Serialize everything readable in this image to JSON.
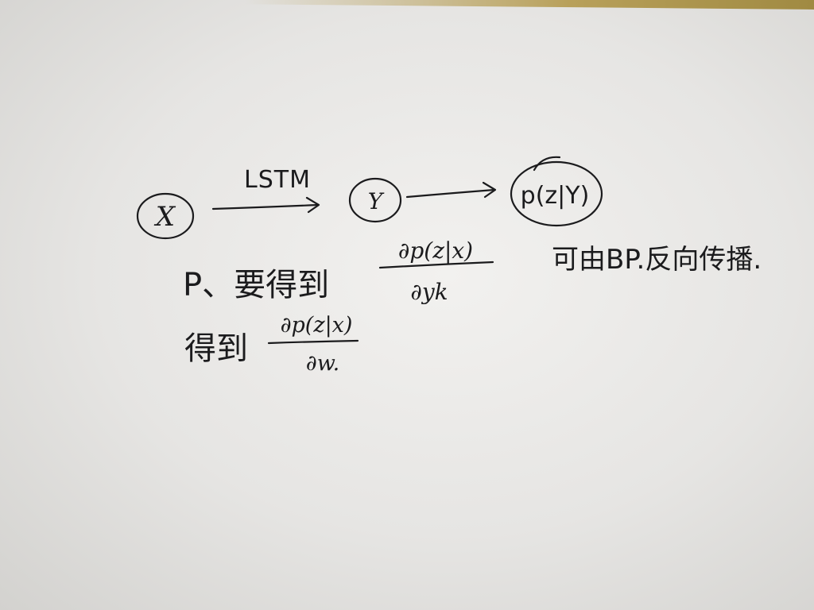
{
  "nodes": {
    "x": "X",
    "y": "Y",
    "p": "p(z|Y)"
  },
  "edges": {
    "lstm": "LSTM"
  },
  "notes": {
    "line1_prefix": "P、要得到",
    "line1_numerator": "∂p(z|x)",
    "line1_denominator": "∂yk",
    "line2_prefix": "得到",
    "line2_numerator": "∂p(z|x)",
    "line2_denominator": "∂w.",
    "side_note": "可由BP.反向传播."
  }
}
